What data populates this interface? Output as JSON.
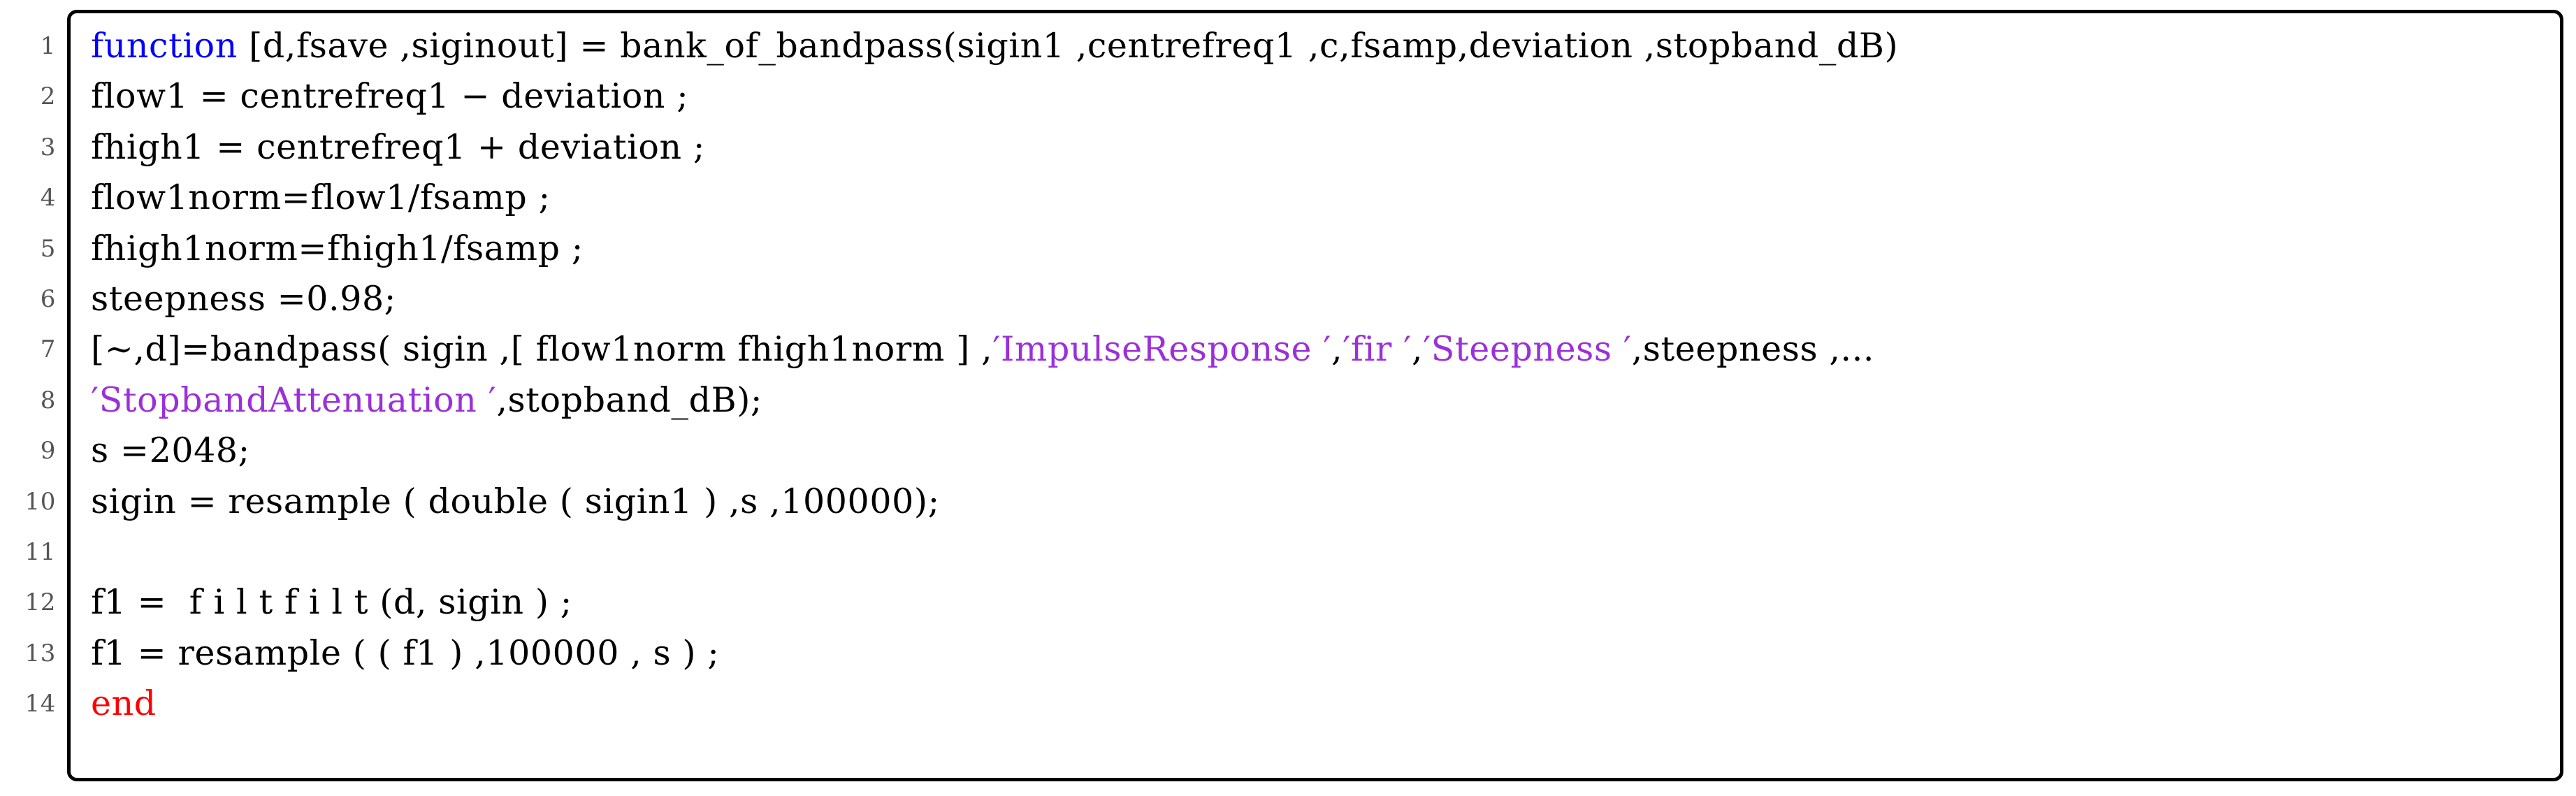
{
  "listing": {
    "language": "MATLAB",
    "border_color": "#000000",
    "background_color": "#ffffff",
    "linenumber_color": "#555555",
    "keyword_color": "#0000ff",
    "end_keyword_color": "#ff0000",
    "string_color": "#9b30d9",
    "lines": [
      {
        "number": "1",
        "segments": [
          {
            "text": "function",
            "style": "kw-blue"
          },
          {
            "text": " [d,fsave ,siginout] = bank_of_bandpass(sigin1 ,centrefreq1 ,c,fsamp,deviation ,stopband_dB)",
            "style": "plain"
          }
        ]
      },
      {
        "number": "2",
        "segments": [
          {
            "text": "flow1 = centrefreq1 − deviation ;",
            "style": "plain"
          }
        ]
      },
      {
        "number": "3",
        "segments": [
          {
            "text": "fhigh1 = centrefreq1 + deviation ;",
            "style": "plain"
          }
        ]
      },
      {
        "number": "4",
        "segments": [
          {
            "text": "flow1norm=flow1/fsamp ;",
            "style": "plain"
          }
        ]
      },
      {
        "number": "5",
        "segments": [
          {
            "text": "fhigh1norm=fhigh1/fsamp ;",
            "style": "plain"
          }
        ]
      },
      {
        "number": "6",
        "segments": [
          {
            "text": "steepness =0.98;",
            "style": "plain"
          }
        ]
      },
      {
        "number": "7",
        "segments": [
          {
            "text": "[∼,d]=bandpass( sigin ,[ flow1norm fhigh1norm ] ,",
            "style": "plain"
          },
          {
            "text": "′ImpulseResponse ′",
            "style": "str"
          },
          {
            "text": ",",
            "style": "plain"
          },
          {
            "text": "′fir ′",
            "style": "str"
          },
          {
            "text": ",",
            "style": "plain"
          },
          {
            "text": "′Steepness ′",
            "style": "str"
          },
          {
            "text": ",steepness ,...",
            "style": "plain"
          }
        ]
      },
      {
        "number": "8",
        "segments": [
          {
            "text": "′StopbandAttenuation ′",
            "style": "str"
          },
          {
            "text": ",stopband_dB);",
            "style": "plain"
          }
        ]
      },
      {
        "number": "9",
        "segments": [
          {
            "text": "s =2048;",
            "style": "plain"
          }
        ]
      },
      {
        "number": "10",
        "segments": [
          {
            "text": "sigin = resample ( double ( sigin1 ) ,s ,100000);",
            "style": "plain"
          }
        ]
      },
      {
        "number": "11",
        "segments": [
          {
            "text": "",
            "style": "plain"
          }
        ]
      },
      {
        "number": "12",
        "segments": [
          {
            "text": "f1 =  f i l t f i l t (d, sigin ) ;",
            "style": "plain"
          }
        ]
      },
      {
        "number": "13",
        "segments": [
          {
            "text": "f1 = resample ( ( f1 ) ,100000 , s ) ;",
            "style": "plain"
          }
        ]
      },
      {
        "number": "14",
        "segments": [
          {
            "text": "end",
            "style": "kw-red"
          }
        ]
      }
    ]
  }
}
